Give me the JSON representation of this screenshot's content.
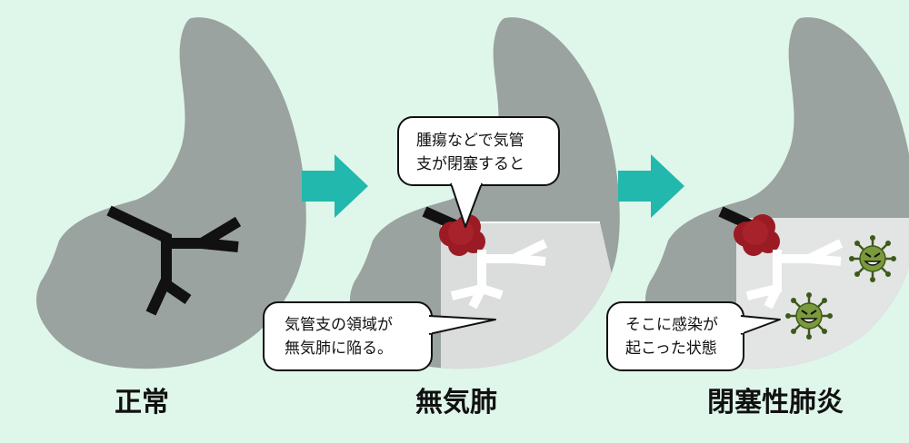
{
  "panels": [
    {
      "caption": "正常"
    },
    {
      "caption": "無気肺",
      "top_callout": [
        "腫瘍などで気管",
        "支が閉塞すると"
      ],
      "bottom_callout": [
        "気管支の領域が",
        "無気肺に陥る。"
      ]
    },
    {
      "caption": "閉塞性肺炎",
      "bottom_callout": [
        "そこに感染が",
        "起こった状態"
      ]
    }
  ],
  "colors": {
    "background": "#dff7ea",
    "lung": "#9aa39f",
    "bronchus": "#111111",
    "affected_region": "#e6e6e6",
    "tumor": "#9b1b24",
    "arrow": "#22b8ad",
    "virus": "#7a9a3c"
  },
  "icons": [
    "arrow-right-icon",
    "tumor-icon",
    "virus-icon"
  ]
}
